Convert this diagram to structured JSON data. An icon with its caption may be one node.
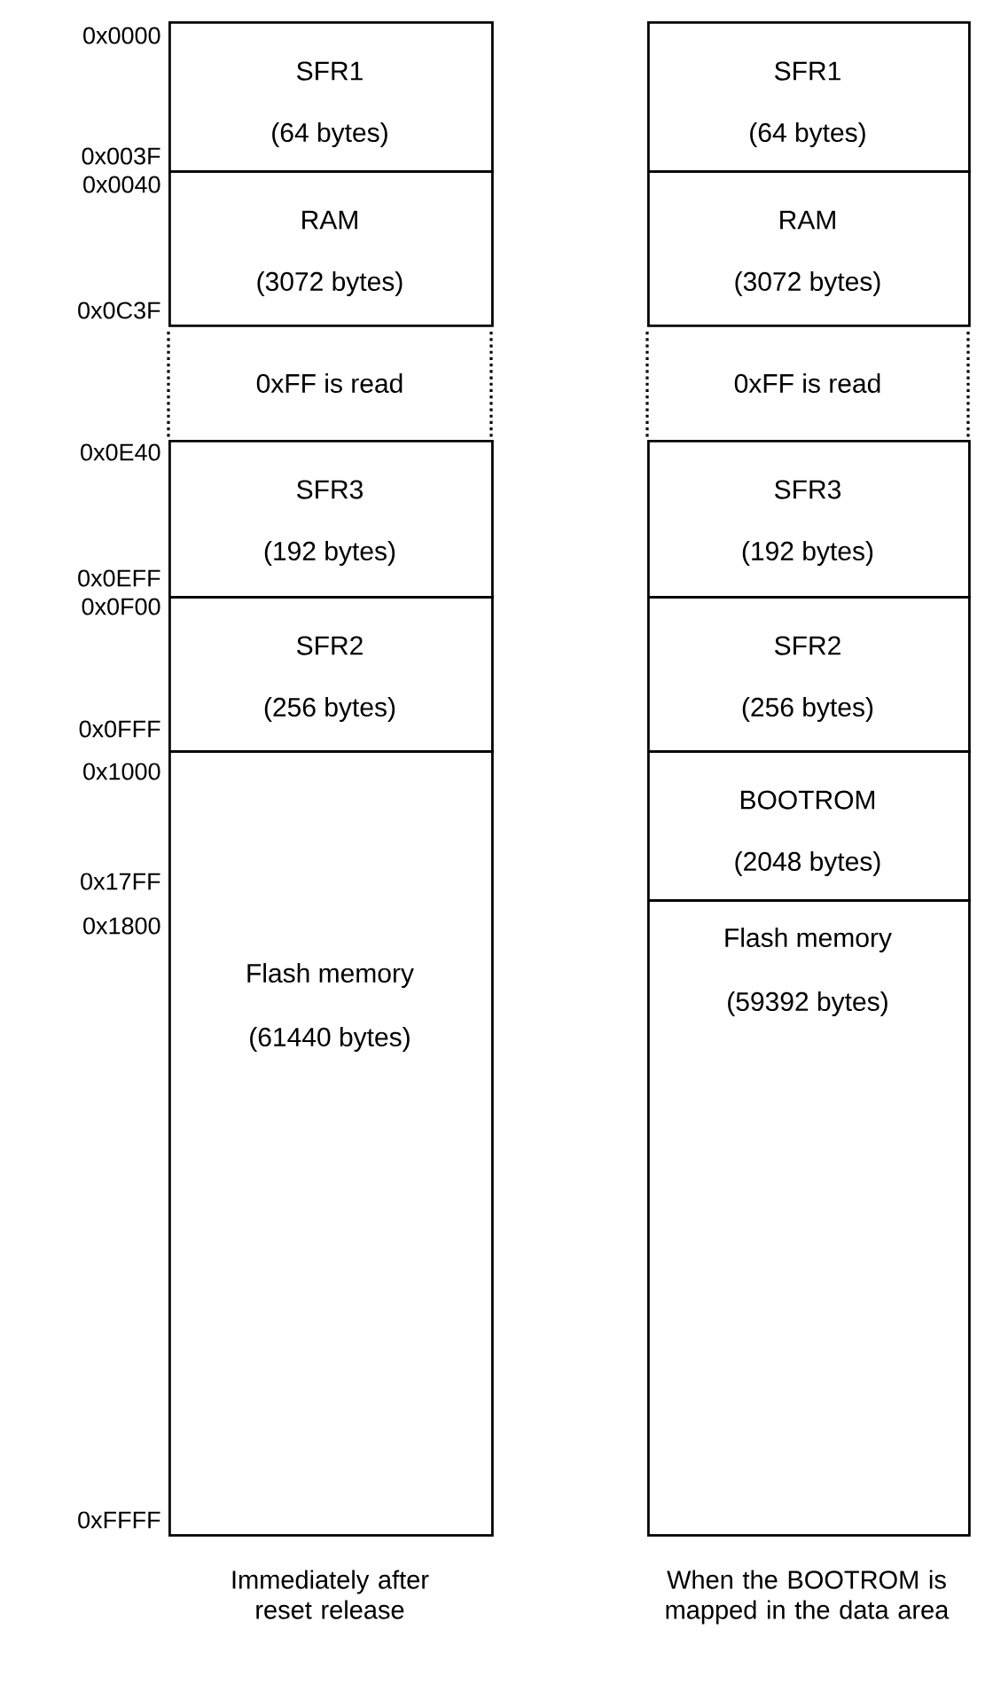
{
  "diagram": {
    "nodes": [
      {
        "text": [
          "SFR1",
          "(64 bytes)"
        ]
      },
      {
        "text": [
          "RAM",
          "(3072 bytes)"
        ]
      },
      {
        "text": [
          "0xFF is read"
        ]
      },
      {
        "text": [
          "SFR3",
          "(192 bytes)"
        ]
      },
      {
        "text": [
          "SFR2",
          "(256 bytes)"
        ]
      },
      {
        "text": [
          "Flash memory",
          "(61440 bytes)"
        ]
      },
      {
        "text": [
          "SFR1",
          "(64 bytes)"
        ]
      },
      {
        "text": [
          "RAM",
          "(3072 bytes)"
        ]
      },
      {
        "text": [
          "0xFF is read"
        ]
      },
      {
        "text": [
          "SFR3",
          "(192 bytes)"
        ]
      },
      {
        "text": [
          "SFR2",
          "(256 bytes)"
        ]
      },
      {
        "text": [
          "BOOTROM",
          "(2048 bytes)"
        ]
      },
      {
        "text": [
          "Flash memory",
          "(59392 bytes)"
        ]
      }
    ],
    "labels": [
      "0x0000",
      "0x003F",
      "0x0040",
      "0x0C3F",
      "0x0E40",
      "0x0EFF",
      "0x0F00",
      "0x0FFF",
      "0x1000",
      "0x17FF",
      "0x1800",
      "0xFFFF",
      "Immediately after reset release",
      "When the BOOTROM is mapped in the data area"
    ]
  }
}
